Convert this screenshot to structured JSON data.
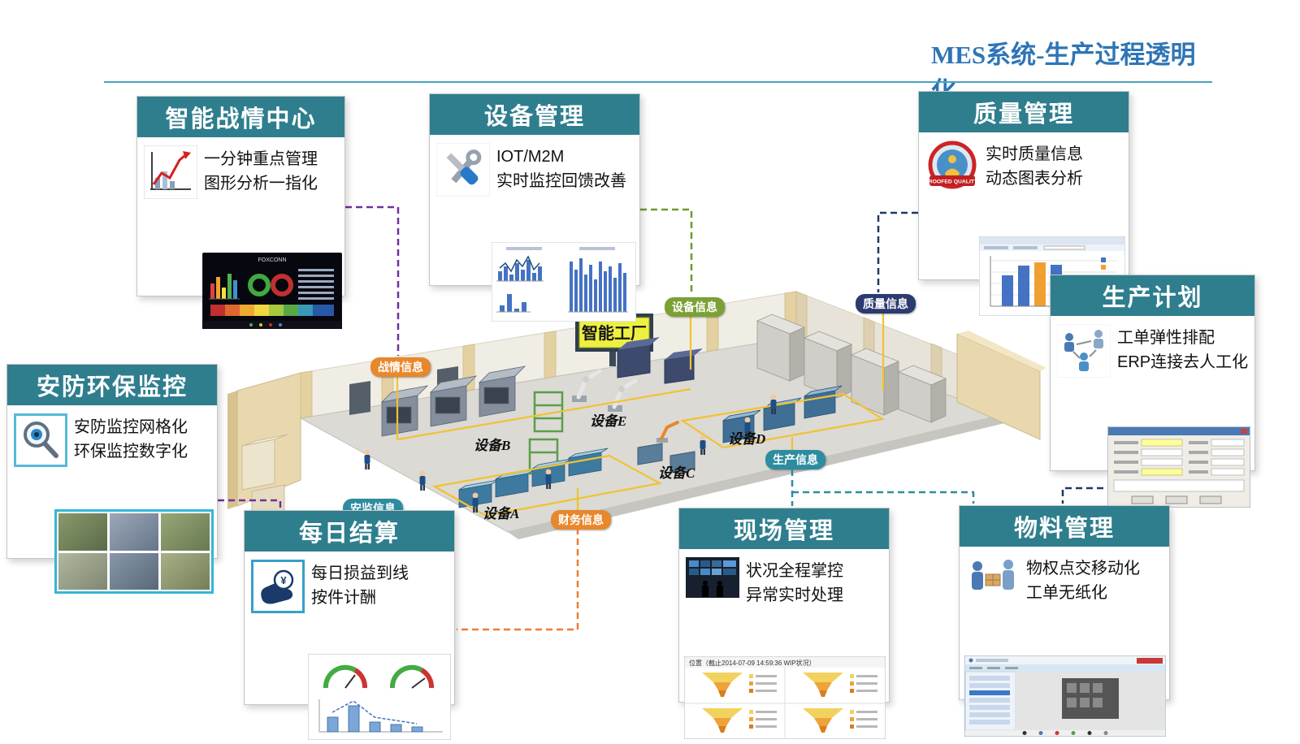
{
  "page": {
    "title": "MES系统-生产过程透明化"
  },
  "colors": {
    "header_teal": "#2e7e8e",
    "title_blue": "#2e75b6",
    "pill_orange": "#e8872b",
    "pill_green": "#7ba033",
    "pill_navy": "#2b3a70",
    "pill_teal": "#2e8ca0",
    "connector_purple": "#7030a0",
    "connector_green": "#6a9a2f",
    "connector_navy": "#1f3864",
    "connector_teal": "#2e8ca0",
    "connector_orange": "#ed7d31"
  },
  "boxes": {
    "war_room": {
      "title": "智能战情中心",
      "line1": "一分钟重点管理",
      "line2": "图形分析一指化",
      "dashboard_brand": "FOXCONN"
    },
    "equipment": {
      "title": "设备管理",
      "line1": "IOT/M2M",
      "line2": "实时监控回馈改善"
    },
    "quality": {
      "title": "质量管理",
      "line1": "实时质量信息",
      "line2": "动态图表分析",
      "badge_text": "PROOFED QUALITY!"
    },
    "production_plan": {
      "title": "生产计划",
      "line1": "工单弹性排配",
      "line2": "ERP连接去人工化"
    },
    "security": {
      "title": "安防环保监控",
      "line1": "安防监控网格化",
      "line2": "环保监控数字化"
    },
    "daily_settlement": {
      "title": "每日结算",
      "line1": "每日损益到线",
      "line2": "按件计酬",
      "icon_symbol": "¥"
    },
    "site_mgmt": {
      "title": "现场管理",
      "line1": "状况全程掌控",
      "line2": "异常实时处理",
      "panel_title": "位置（截止2014-07-09 14:59:36 WIP状况）"
    },
    "material": {
      "title": "物料管理",
      "line1": "物权点交移动化",
      "line2": "工单无纸化"
    }
  },
  "factory": {
    "sign": "智能工厂",
    "equipment_labels": {
      "a": "设备A",
      "b": "设备B",
      "c": "设备C",
      "d": "设备D",
      "e": "设备E"
    },
    "pills": {
      "war": "战情信息",
      "equipment": "设备信息",
      "quality": "质量信息",
      "production": "生产信息",
      "security": "安监信息",
      "finance": "财务信息"
    }
  }
}
